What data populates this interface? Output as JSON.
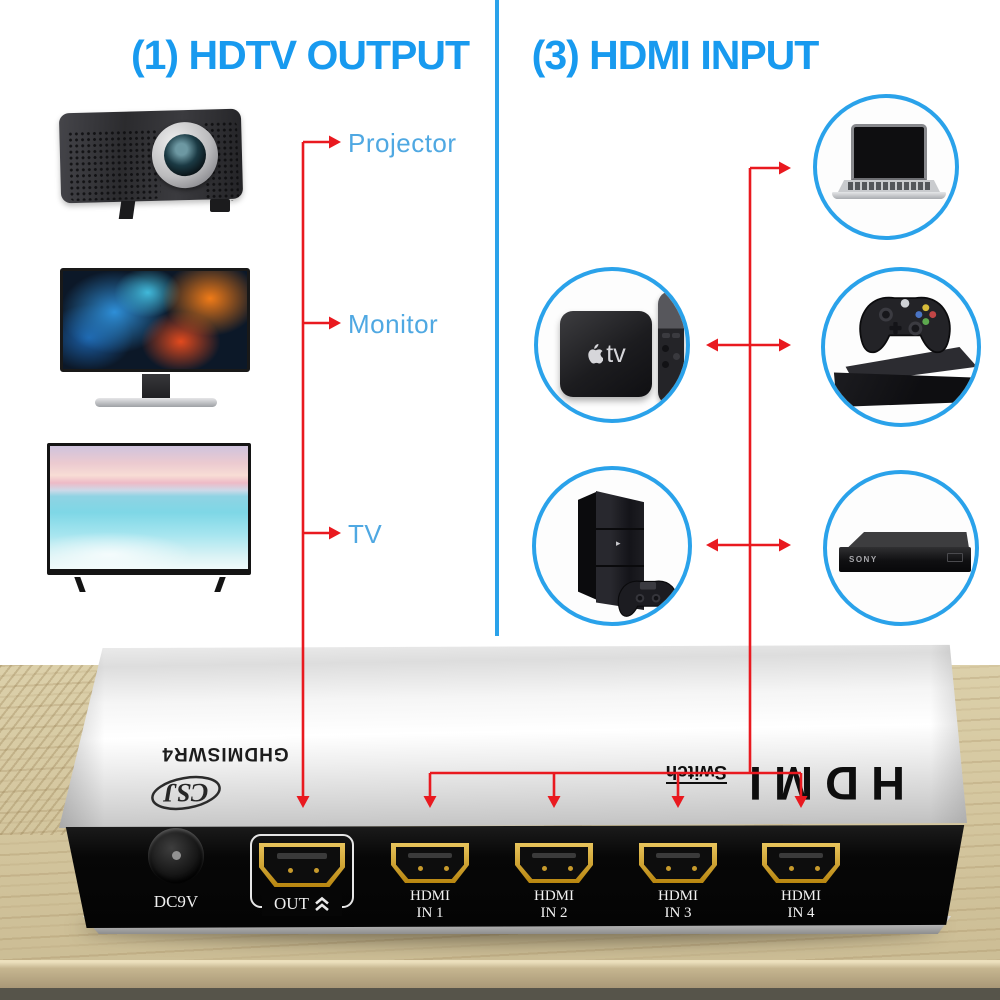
{
  "colors": {
    "accent_blue": "#189aef",
    "label_blue": "#4fa8e2",
    "arrow_red": "#e9191f",
    "circle_ring_blue": "#2aa2ea"
  },
  "output_section": {
    "title": "(1) HDTV OUTPUT",
    "devices": [
      {
        "id": "projector",
        "label": "Projector"
      },
      {
        "id": "monitor",
        "label": "Monitor"
      },
      {
        "id": "tv",
        "label": "TV"
      }
    ]
  },
  "input_section": {
    "title": "(3) HDMI INPUT",
    "devices": [
      {
        "id": "laptop"
      },
      {
        "id": "apple-tv",
        "label": "tv"
      },
      {
        "id": "xbox-console"
      },
      {
        "id": "ps4-console"
      },
      {
        "id": "blu-ray-player",
        "label": "SONY"
      }
    ]
  },
  "switch_device": {
    "model": "GHDMISWR4",
    "brand": "CSJ",
    "logo_main": "HDMI",
    "logo_sub": "Switch",
    "power_label": "DC9V",
    "out_label": "OUT",
    "inputs": [
      {
        "line1": "HDMI",
        "line2": "IN 1"
      },
      {
        "line1": "HDMI",
        "line2": "IN 2"
      },
      {
        "line1": "HDMI",
        "line2": "IN 3"
      },
      {
        "line1": "HDMI",
        "line2": "IN 4"
      }
    ]
  }
}
